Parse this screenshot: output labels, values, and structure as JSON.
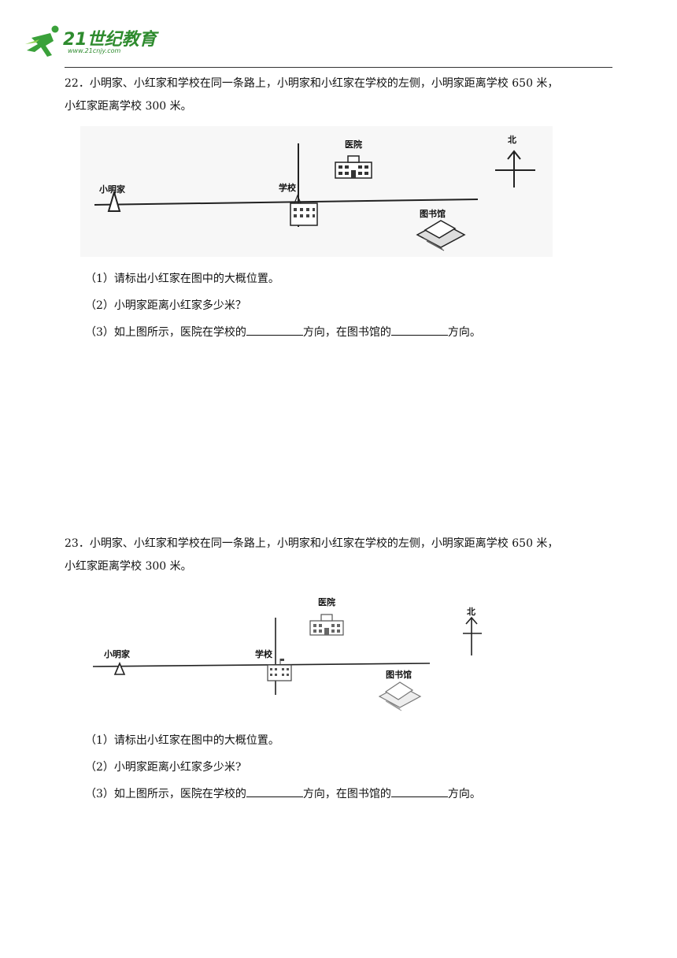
{
  "header": {
    "logo_text": "21世纪教育",
    "logo_sub": "www.21cnjy.com"
  },
  "questions": [
    {
      "stem_line1": "22．小明家、小红家和学校在同一条路上，小明家和小红家在学校的左侧，小明家距离学校 650 米，",
      "stem_line2": "小红家距离学校 300 米。",
      "figure": {
        "labels": {
          "home": "小明家",
          "school": "学校",
          "hospital": "医院",
          "library": "图书馆",
          "north": "北"
        }
      },
      "sub1": "（1）请标出小红家在图中的大概位置。",
      "sub2": "（2）小明家距离小红家多少米？",
      "sub3_a": "（3）如上图所示，医院在学校的",
      "sub3_b": "方向，在图书馆的",
      "sub3_c": "方向。"
    },
    {
      "stem_line1": "23．小明家、小红家和学校在同一条路上，小明家和小红家在学校的左侧，小明家距离学校 650 米，",
      "stem_line2": "小红家距离学校 300 米。",
      "figure": {
        "labels": {
          "home": "小明家",
          "school": "学校",
          "hospital": "医院",
          "library": "图书馆",
          "north": "北"
        }
      },
      "sub1": "（1）请标出小红家在图中的大概位置。",
      "sub2": "（2）小明家距离小红家多少米?",
      "sub3_a": "（3）如上图所示，医院在学校的",
      "sub3_b": "方向，在图书馆的",
      "sub3_c": "方向。"
    }
  ]
}
